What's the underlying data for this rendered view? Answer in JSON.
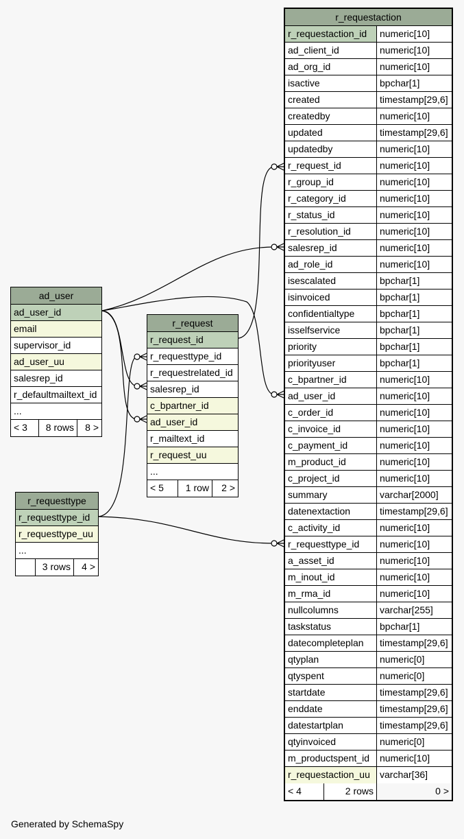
{
  "diagram": {
    "footer_text": "Generated by SchemaSpy",
    "colors": {
      "title_bg": "#9bab96",
      "pk_bg": "#bed1b8",
      "index_bg": "#f5f8dd",
      "background": "#f7f7f7"
    }
  },
  "ad_user": {
    "title": "ad_user",
    "columns": [
      "ad_user_id",
      "email",
      "supervisor_id",
      "ad_user_uu",
      "salesrep_id",
      "r_defaultmailtext_id",
      "..."
    ],
    "parents": "< 3",
    "rows": "8 rows",
    "children": "8 >"
  },
  "r_requesttype": {
    "title": "r_requesttype",
    "columns": [
      "r_requesttype_id",
      "r_requesttype_uu",
      "..."
    ],
    "parents": "",
    "rows": "3 rows",
    "children": "4 >"
  },
  "r_request": {
    "title": "r_request",
    "columns": [
      "r_request_id",
      "r_requesttype_id",
      "r_requestrelated_id",
      "salesrep_id",
      "c_bpartner_id",
      "ad_user_id",
      "r_mailtext_id",
      "r_request_uu",
      "..."
    ],
    "parents": "< 5",
    "rows": "1 row",
    "children": "2 >"
  },
  "r_requestaction": {
    "title": "r_requestaction",
    "columns": [
      {
        "name": "r_requestaction_id",
        "type": "numeric[10]"
      },
      {
        "name": "ad_client_id",
        "type": "numeric[10]"
      },
      {
        "name": "ad_org_id",
        "type": "numeric[10]"
      },
      {
        "name": "isactive",
        "type": "bpchar[1]"
      },
      {
        "name": "created",
        "type": "timestamp[29,6]"
      },
      {
        "name": "createdby",
        "type": "numeric[10]"
      },
      {
        "name": "updated",
        "type": "timestamp[29,6]"
      },
      {
        "name": "updatedby",
        "type": "numeric[10]"
      },
      {
        "name": "r_request_id",
        "type": "numeric[10]"
      },
      {
        "name": "r_group_id",
        "type": "numeric[10]"
      },
      {
        "name": "r_category_id",
        "type": "numeric[10]"
      },
      {
        "name": "r_status_id",
        "type": "numeric[10]"
      },
      {
        "name": "r_resolution_id",
        "type": "numeric[10]"
      },
      {
        "name": "salesrep_id",
        "type": "numeric[10]"
      },
      {
        "name": "ad_role_id",
        "type": "numeric[10]"
      },
      {
        "name": "isescalated",
        "type": "bpchar[1]"
      },
      {
        "name": "isinvoiced",
        "type": "bpchar[1]"
      },
      {
        "name": "confidentialtype",
        "type": "bpchar[1]"
      },
      {
        "name": "isselfservice",
        "type": "bpchar[1]"
      },
      {
        "name": "priority",
        "type": "bpchar[1]"
      },
      {
        "name": "priorityuser",
        "type": "bpchar[1]"
      },
      {
        "name": "c_bpartner_id",
        "type": "numeric[10]"
      },
      {
        "name": "ad_user_id",
        "type": "numeric[10]"
      },
      {
        "name": "c_order_id",
        "type": "numeric[10]"
      },
      {
        "name": "c_invoice_id",
        "type": "numeric[10]"
      },
      {
        "name": "c_payment_id",
        "type": "numeric[10]"
      },
      {
        "name": "m_product_id",
        "type": "numeric[10]"
      },
      {
        "name": "c_project_id",
        "type": "numeric[10]"
      },
      {
        "name": "summary",
        "type": "varchar[2000]"
      },
      {
        "name": "datenextaction",
        "type": "timestamp[29,6]"
      },
      {
        "name": "c_activity_id",
        "type": "numeric[10]"
      },
      {
        "name": "r_requesttype_id",
        "type": "numeric[10]"
      },
      {
        "name": "a_asset_id",
        "type": "numeric[10]"
      },
      {
        "name": "m_inout_id",
        "type": "numeric[10]"
      },
      {
        "name": "m_rma_id",
        "type": "numeric[10]"
      },
      {
        "name": "nullcolumns",
        "type": "varchar[255]"
      },
      {
        "name": "taskstatus",
        "type": "bpchar[1]"
      },
      {
        "name": "datecompleteplan",
        "type": "timestamp[29,6]"
      },
      {
        "name": "qtyplan",
        "type": "numeric[0]"
      },
      {
        "name": "qtyspent",
        "type": "numeric[0]"
      },
      {
        "name": "startdate",
        "type": "timestamp[29,6]"
      },
      {
        "name": "enddate",
        "type": "timestamp[29,6]"
      },
      {
        "name": "datestartplan",
        "type": "timestamp[29,6]"
      },
      {
        "name": "qtyinvoiced",
        "type": "numeric[0]"
      },
      {
        "name": "m_productspent_id",
        "type": "numeric[10]"
      },
      {
        "name": "r_requestaction_uu",
        "type": "varchar[36]"
      }
    ],
    "parents": "< 4",
    "rows": "2 rows",
    "children": "0 >"
  }
}
